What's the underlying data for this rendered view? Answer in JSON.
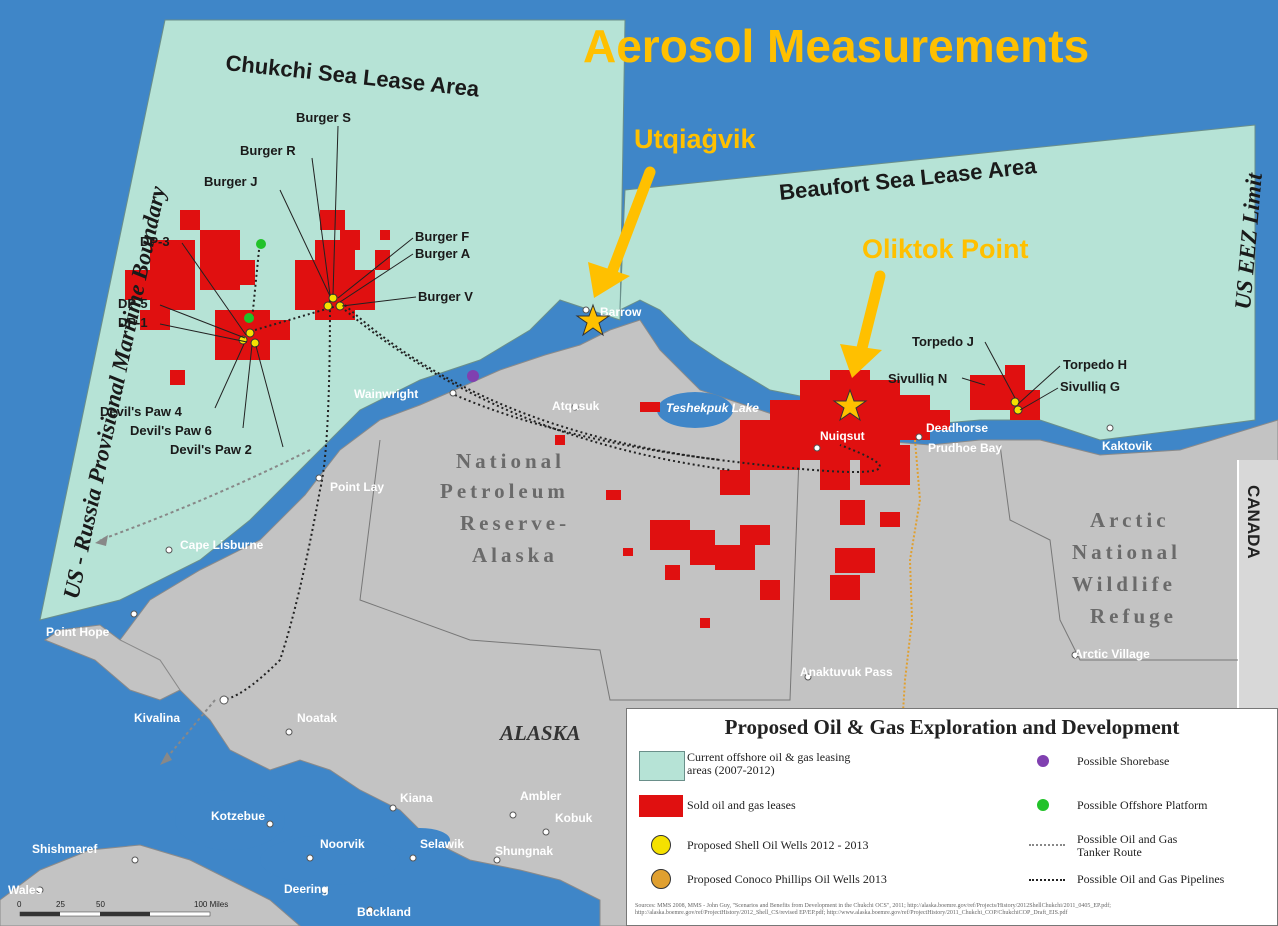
{
  "title": "Aerosol Measurements",
  "callouts": {
    "utqiagvik": "Utqiaġvik",
    "oliktok": "Oliktok Point"
  },
  "lease_areas": {
    "chukchi": "Chukchi Sea Lease Area",
    "beaufort": "Beaufort Sea Lease Area"
  },
  "boundaries": {
    "maritime": "US - Russia Provisional Maritime Boundary",
    "eez": "US EEZ Limit",
    "canada": "CANADA"
  },
  "wells": {
    "burger_s": "Burger S",
    "burger_r": "Burger R",
    "burger_j": "Burger J",
    "burger_f": "Burger F",
    "burger_a": "Burger A",
    "burger_v": "Burger V",
    "dp3": "DP-3",
    "dp5": "DP-5",
    "dp1": "DP-1",
    "devils4": "Devil's Paw 4",
    "devils6": "Devil's Paw 6",
    "devils2": "Devil's Paw 2",
    "torpedo_j": "Torpedo J",
    "torpedo_h": "Torpedo H",
    "sivulliq_n": "Sivulliq N",
    "sivulliq_g": "Sivulliq G"
  },
  "towns": {
    "barrow": "Barrow",
    "wainwright": "Wainwright",
    "atqasuk": "Atqasuk",
    "teshekpuk": "Teshekpuk Lake",
    "nuiqsut": "Nuiqsut",
    "deadhorse": "Deadhorse",
    "prudhoe": "Prudhoe Bay",
    "kaktovik": "Kaktovik",
    "point_lay": "Point Lay",
    "cape_lisburne": "Cape Lisburne",
    "point_hope": "Point Hope",
    "kivalina": "Kivalina",
    "noatak": "Noatak",
    "kiana": "Kiana",
    "ambler": "Ambler",
    "kobuk": "Kobuk",
    "kotzebue": "Kotzebue",
    "noorvik": "Noorvik",
    "selawik": "Selawik",
    "shungnak": "Shungnak",
    "shishmaref": "Shishmaref",
    "deering": "Deering",
    "buckland": "Buckland",
    "wales": "Wales",
    "anaktuvuk": "Anaktuvuk Pass",
    "arctic_village": "Arctic Village"
  },
  "regions": {
    "npra": [
      "National",
      "Petroleum",
      "Reserve-",
      "Alaska"
    ],
    "anwr": [
      "Arctic",
      "National",
      "Wildlife",
      "Refuge"
    ],
    "alaska": "ALASKA"
  },
  "scale": {
    "ticks": [
      "0",
      "25",
      "50",
      "100 Miles"
    ]
  },
  "legend": {
    "title": "Proposed Oil & Gas Exploration and Development",
    "items": {
      "leasing": "Current offshore oil & gas leasing areas (2007-2012)",
      "sold": "Sold oil and gas leases",
      "shell": "Proposed Shell Oil Wells 2012 - 2013",
      "conoco": "Proposed Conoco Phillips Oil Wells 2013",
      "shorebase": "Possible Shorebase",
      "platform": "Possible Offshore Platform",
      "tanker": "Possible Oil and Gas Tanker Route",
      "pipelines": "Possible Oil and Gas Pipelines"
    },
    "source": "Sources: MMS 2008, MMS - John Guy, \"Scenarios and Benefits from Development in the Chukchi OCS\", 2011; http://alaska.boemre.gov/ref/Projects/History/2012ShellChukchi/2011_0405_EP.pdf; http://alaska.boemre.gov/ref/ProjectHistory/2012_Shell_CS/revised EP/EP.pdf; http://www.alaska.boemre.gov/ref/ProjectHistory/2011_Chukchi_COP/ChukchiCOP_Draft_EIS.pdf"
  },
  "colors": {
    "ocean": "#3f86c8",
    "lease": "#b6e3d6",
    "land": "#c3c3c3",
    "lease_red": "#e01010",
    "accent": "#ffc000",
    "shore": "#8040b0",
    "platform": "#22c22a"
  }
}
